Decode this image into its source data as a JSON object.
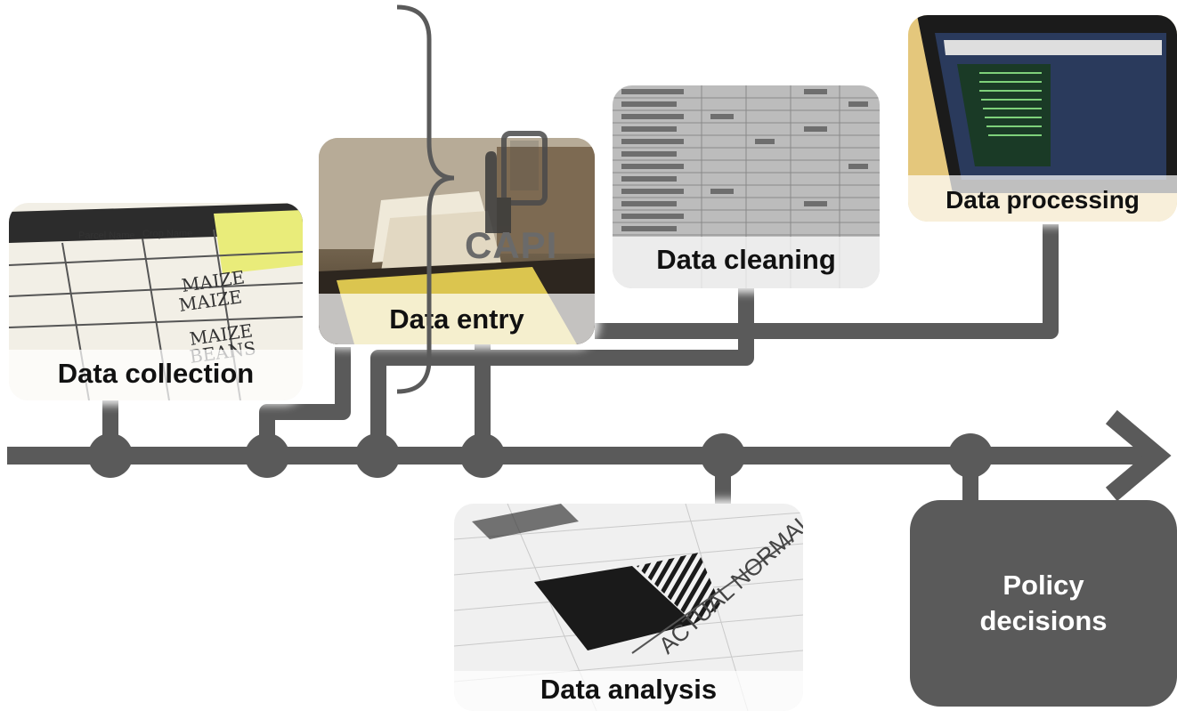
{
  "stages": {
    "collection": "Data collection",
    "entry": "Data entry",
    "cleaning": "Data cleaning",
    "processing": "Data processing",
    "analysis": "Data analysis",
    "policy": "Policy decisions"
  },
  "capi_label": "CAPI",
  "analysis_photo_text": "ACTUAL NORMAL",
  "handwriting": [
    "MAIZE",
    "MAIZE",
    "MAIZE",
    "BEANS"
  ],
  "form_headers": [
    "Parcel Name",
    "Crop Name"
  ],
  "colors": {
    "line": "#5a5a5a",
    "policy_box": "#5a5a5a",
    "policy_text": "#ffffff"
  },
  "icons": [
    "tablet-hand-icon",
    "curly-brace"
  ]
}
